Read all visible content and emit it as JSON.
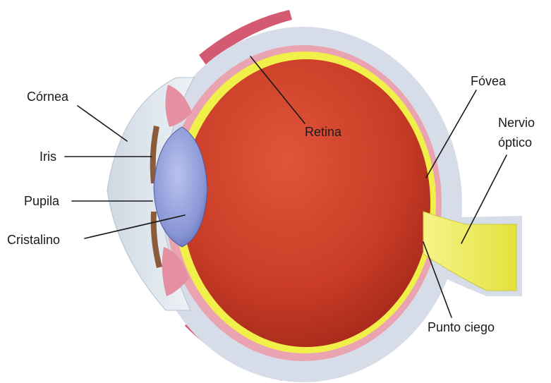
{
  "labels": {
    "cornea": "Córnea",
    "iris": "Iris",
    "pupila": "Pupila",
    "cristalino": "Cristalino",
    "retina": "Retina",
    "fovea": "Fóvea",
    "nervio_line1": "Nervio",
    "nervio_line2": "óptico",
    "punto_ciego": "Punto ciego"
  },
  "colors": {
    "vitreous": "#c53a24",
    "sclera": "#d7dde8",
    "choroid": "#e9a3b1",
    "retina_layer": "#f1ef4a",
    "lens": "#7f8fcf",
    "cornea": "#dde7ee",
    "muscle": "#d85a72",
    "optic_nerve": "#eeec55"
  }
}
